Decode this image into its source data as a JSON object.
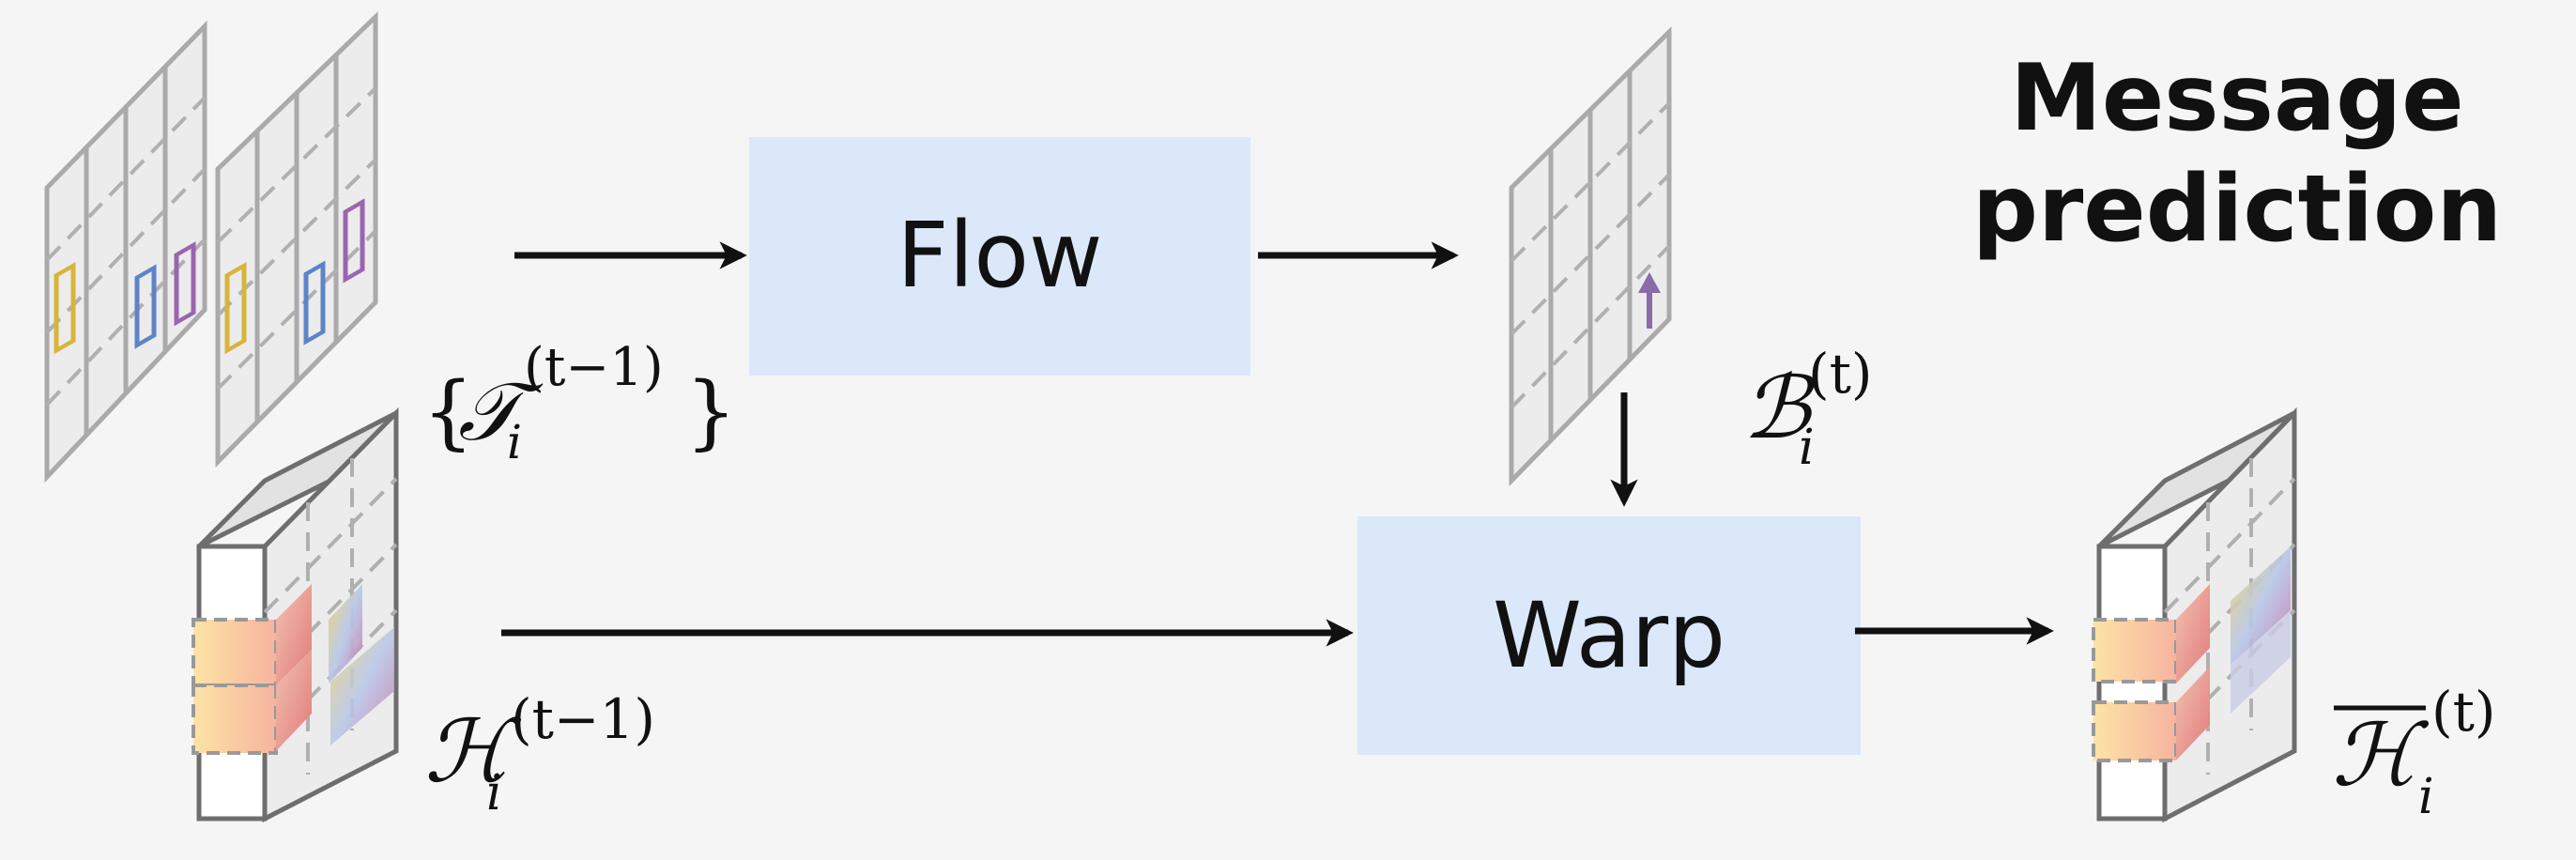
{
  "title": {
    "line1": "Message",
    "line2": "prediction"
  },
  "boxes": {
    "flow": "Flow",
    "warp": "Warp"
  },
  "labels": {
    "tracks": {
      "open": "{",
      "symbol": "𝒯",
      "sub": "i",
      "sup": "(t−1)",
      "close": "}"
    },
    "offsets": {
      "symbol": "ℬ",
      "sub": "i",
      "sup": "(t)"
    },
    "hidden": {
      "symbol": "ℋ",
      "sub": "i",
      "sup": "(t−1)"
    },
    "predicted": {
      "symbol": "ℋ",
      "sub": "i",
      "sup": "(t)"
    }
  },
  "colors": {
    "background": "#f5f5f5",
    "box_fill": "#dbe8f9",
    "arrow": "#111111",
    "track_yellow": "#d9b43a",
    "track_blue": "#5d84c7",
    "track_purple": "#9a65b0",
    "offset_arrow": "#8a6aa8"
  },
  "icons": [
    "track-grid-icon",
    "offset-grid-icon",
    "feature-volume-icon"
  ]
}
